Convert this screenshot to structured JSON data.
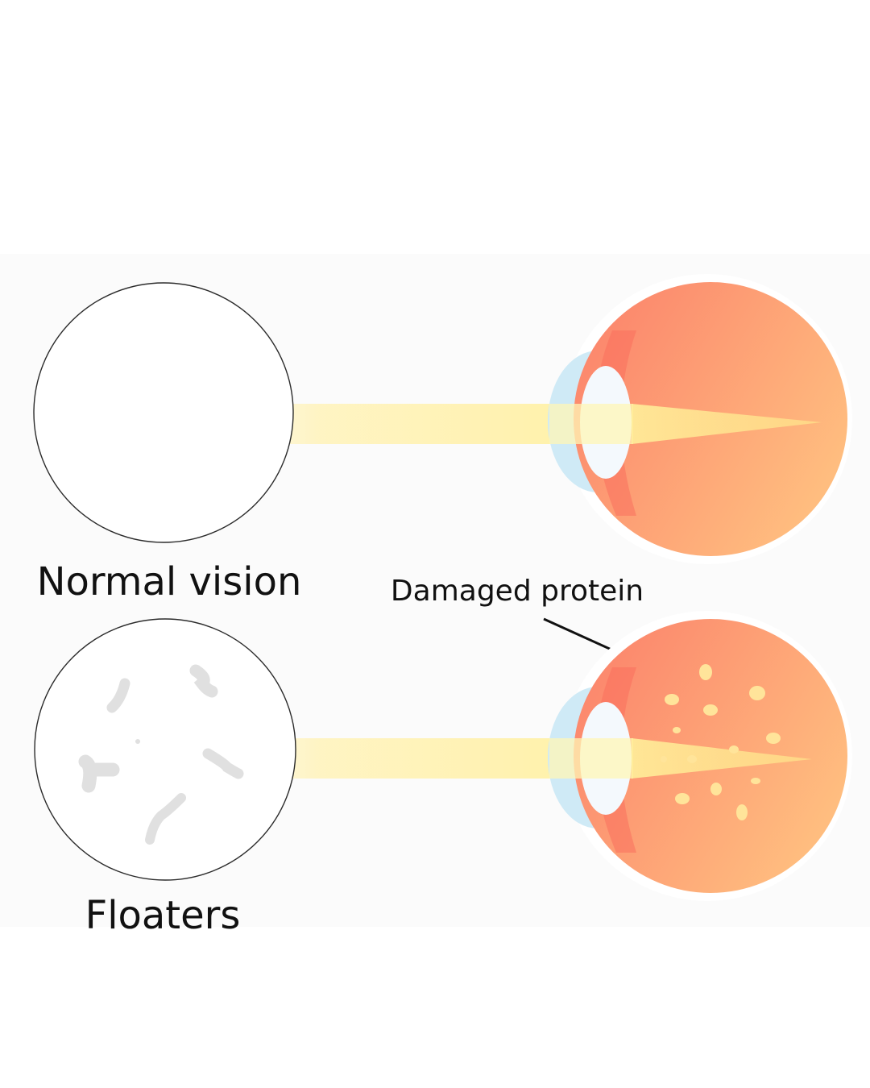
{
  "labels": {
    "normal_vision": "Normal vision",
    "floaters": "Floaters",
    "damaged_protein": "Damaged protein"
  },
  "colors": {
    "panel_background": "#fbfbfb",
    "eyeball_red": "#fb7f6a",
    "eyeball_orange": "#ffbd7f",
    "cornea_blue": "#cfeaf6",
    "lens_white": "#f4f9fd",
    "light_beam_yellow": "#fff1a6",
    "floater_gray": "#e2e2e2",
    "protein_yellow": "#ffe49a"
  }
}
